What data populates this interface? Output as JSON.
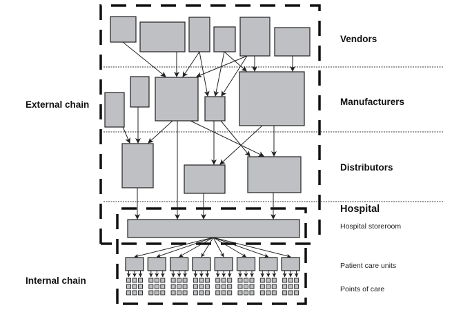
{
  "diagram": {
    "title": "Supply chain: external and internal",
    "chain_labels": {
      "external": "External chain",
      "internal": "Internal chain"
    },
    "tier_labels": {
      "vendors": "Vendors",
      "manufacturers": "Manufacturers",
      "distributors": "Distributors",
      "hospital": "Hospital",
      "storeroom": "Hospital storeroom",
      "patient_care_units": "Patient care units",
      "points_of_care": "Points of care"
    },
    "counts": {
      "vendors": 6,
      "manufacturers": 5,
      "distributors": 3,
      "storerooms": 1,
      "patient_care_units": 8,
      "points_of_care_per_unit": 9
    },
    "colors": {
      "box_fill": "#bfc0c3",
      "stroke": "#222222",
      "background": "#ffffff"
    },
    "edges": [
      {
        "from": "vendor-1",
        "to": "manufacturer-3"
      },
      {
        "from": "vendor-2",
        "to": "manufacturer-3"
      },
      {
        "from": "vendor-3",
        "to": "manufacturer-3"
      },
      {
        "from": "vendor-3",
        "to": "manufacturer-4"
      },
      {
        "from": "vendor-4",
        "to": "manufacturer-4"
      },
      {
        "from": "vendor-4",
        "to": "manufacturer-5"
      },
      {
        "from": "vendor-5",
        "to": "manufacturer-3"
      },
      {
        "from": "vendor-5",
        "to": "manufacturer-4"
      },
      {
        "from": "vendor-5",
        "to": "manufacturer-5"
      },
      {
        "from": "vendor-6",
        "to": "manufacturer-5"
      },
      {
        "from": "manufacturer-1",
        "to": "distributor-1"
      },
      {
        "from": "manufacturer-2",
        "to": "distributor-1"
      },
      {
        "from": "manufacturer-3",
        "to": "distributor-1"
      },
      {
        "from": "manufacturer-3",
        "to": "storeroom"
      },
      {
        "from": "manufacturer-3",
        "to": "distributor-3"
      },
      {
        "from": "manufacturer-4",
        "to": "distributor-2"
      },
      {
        "from": "manufacturer-4",
        "to": "distributor-3"
      },
      {
        "from": "manufacturer-5",
        "to": "distributor-2"
      },
      {
        "from": "manufacturer-5",
        "to": "distributor-3"
      },
      {
        "from": "distributor-1",
        "to": "storeroom"
      },
      {
        "from": "distributor-2",
        "to": "storeroom"
      },
      {
        "from": "distributor-3",
        "to": "storeroom"
      },
      {
        "from": "storeroom",
        "to": "patient-care-units"
      },
      {
        "from": "patient-care-units",
        "to": "points-of-care"
      }
    ]
  }
}
